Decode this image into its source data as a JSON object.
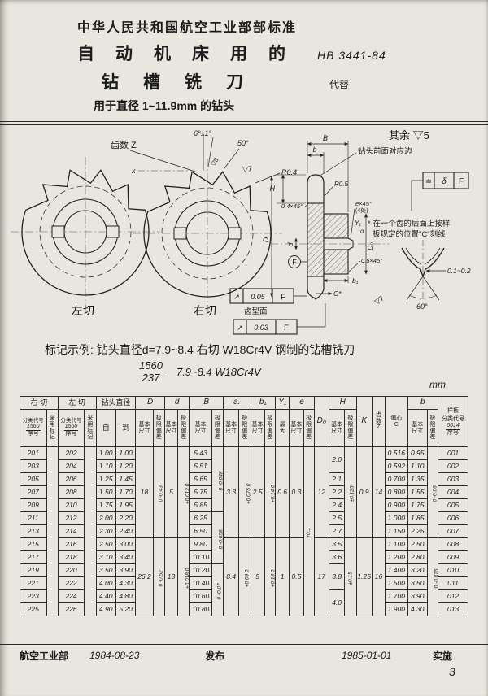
{
  "header": {
    "org_line": "中华人民共和国航空工业部部标准",
    "title1": "自动机床用的",
    "title2": "钻槽铣刀",
    "subtitle": "用于直径 1~11.9mm 的钻头",
    "standard_no": "HB 3441-84",
    "replaces": "代替"
  },
  "drawing": {
    "surface_note": "其余 ▽5",
    "teeth_label": "齿数 Z",
    "angle_6": "6°±1°",
    "angle_50": "50°",
    "rough_8": "▽8",
    "rough_7": "▽7",
    "rough_7b": "▽7",
    "r04": "R0.4",
    "r05": "R0.5",
    "x_mark": "x",
    "left_label": "左切",
    "right_label": "右切",
    "dim_B": "B",
    "dim_b": "b",
    "dim_b1": "b₁",
    "dim_H": "H",
    "dim_D": "D",
    "dim_d": "d",
    "dim_D0": "D₀",
    "dim_Y1": "Y₁",
    "alpha": "α",
    "c_star": "C*",
    "chamfer_04": "0.4×45°",
    "chamfer_05": "0.5×45°",
    "chamfer_e1": "e×45°",
    "chamfer_e2": "(4处)",
    "front_edge_note": "钻头前面对应边",
    "datum_F": "F",
    "frame_par_sym": "≐",
    "frame_par_val": "δ",
    "frame_par_datum": "F",
    "runout_sym": "↗",
    "runout1_val": "0.05",
    "runout1_datum": "F",
    "runout1_label": "齿型面",
    "runout2_val": "0.03",
    "runout2_datum": "F",
    "note_line1": "* 在一个齿的后面上按样",
    "note_line2": "板规定的位置\"C\"刻线",
    "detail_angle": "60°",
    "detail_dim": "0.1~0.2"
  },
  "example": {
    "line1": "标记示例: 钻头直径d=7.9~8.4  右切  W18Cr4V 钢制的钻槽铣刀",
    "frac_top": "1560",
    "frac_bottom": "237",
    "suffix": "7.9~8.4   W18Cr4V",
    "unit": "mm"
  },
  "table": {
    "header": {
      "right_cut": "右  切",
      "left_cut": "左  切",
      "drill_dia": "钻头直径",
      "class_code": "分类代号",
      "frac_1560": "1560",
      "frac_xh": "序号",
      "mark": "采\n用\n标\n记",
      "from": "自",
      "to": "到",
      "D": "D",
      "d": "d",
      "B": "B",
      "a": "a.",
      "b1": "b₁",
      "Y1": "Y₁",
      "e": "e",
      "D0": "D₀",
      "H": "H",
      "K": "K",
      "teeth": "齿\n数\nZ",
      "ecc": "偏心\nC",
      "b": "b",
      "template": "样板\n分类代号",
      "frac_0614": "0614",
      "frac_xh2": "序号",
      "basic": "基本\n尺寸",
      "dev": "极限\n偏差",
      "max": "最\n大"
    },
    "groups": {
      "D": [
        {
          "v": "18",
          "t": "0 -0.43"
        },
        {
          "v": "26.2",
          "t": "0 -0.52"
        }
      ],
      "d": [
        {
          "v": "5",
          "t": "+0.012 0"
        },
        {
          "v": "13",
          "t": "+0.018 0"
        }
      ],
      "a": [
        {
          "v": "3.3",
          "t": "+0.075 0"
        },
        {
          "v": "8.4",
          "t": "+0.09 0"
        }
      ],
      "b1": [
        {
          "v": "2.5",
          "t": "+0.14 0"
        },
        {
          "v": "5",
          "t": "+0.18 0"
        }
      ],
      "Y1": [
        "0.6",
        "1"
      ],
      "e": [
        "0.3",
        "0.5"
      ],
      "e_tol": "+0.1",
      "D0": [
        "12",
        "17"
      ],
      "H_tol": [
        "±0.125",
        "±0.15"
      ],
      "K": [
        "0.9",
        "1.25"
      ],
      "Z": [
        "14",
        "16"
      ],
      "b_tol": [
        "0 -0.06",
        "0 -0.075"
      ]
    },
    "B_tol": [
      "0 -0.048",
      "0 -0.058",
      "0 -0.07"
    ],
    "H": [
      "2.0",
      "2.1",
      "2.2",
      "2.4",
      "2.5",
      "2.7",
      "3.5",
      "3.6",
      "3.8",
      "4.0"
    ],
    "rows": [
      {
        "r": "201",
        "l": "202",
        "from": "1.00",
        "to": "1.00",
        "B": "5.43",
        "C": "0.516",
        "b": "0.95",
        "t": "001"
      },
      {
        "r": "203",
        "l": "204",
        "from": "1.10",
        "to": "1.20",
        "B": "5.51",
        "C": "0.592",
        "b": "1.10",
        "t": "002"
      },
      {
        "r": "205",
        "l": "206",
        "from": "1.25",
        "to": "1.45",
        "B": "5.65",
        "C": "0.700",
        "b": "1.35",
        "t": "003"
      },
      {
        "r": "207",
        "l": "208",
        "from": "1.50",
        "to": "1.70",
        "B": "5.75",
        "C": "0.800",
        "b": "1.55",
        "t": "004"
      },
      {
        "r": "209",
        "l": "210",
        "from": "1.75",
        "to": "1.95",
        "B": "5.85",
        "C": "0.900",
        "b": "1.75",
        "t": "005"
      },
      {
        "r": "211",
        "l": "212",
        "from": "2.00",
        "to": "2.20",
        "B": "6.25",
        "C": "1.000",
        "b": "1.85",
        "t": "006"
      },
      {
        "r": "213",
        "l": "214",
        "from": "2.30",
        "to": "2.40",
        "B": "6.50",
        "C": "1.150",
        "b": "2.25",
        "t": "007"
      },
      {
        "r": "215",
        "l": "216",
        "from": "2.50",
        "to": "3.00",
        "B": "9.80",
        "C": "1.100",
        "b": "2.50",
        "t": "008"
      },
      {
        "r": "217",
        "l": "218",
        "from": "3.10",
        "to": "3.40",
        "B": "10.10",
        "C": "1.200",
        "b": "2.80",
        "t": "009"
      },
      {
        "r": "219",
        "l": "220",
        "from": "3.50",
        "to": "3.90",
        "B": "10.20",
        "C": "1.400",
        "b": "3.20",
        "t": "010"
      },
      {
        "r": "221",
        "l": "222",
        "from": "4.00",
        "to": "4.30",
        "B": "10.40",
        "C": "1.500",
        "b": "3.50",
        "t": "011"
      },
      {
        "r": "223",
        "l": "224",
        "from": "4.40",
        "to": "4.80",
        "B": "10.60",
        "C": "1.700",
        "b": "3.90",
        "t": "012"
      },
      {
        "r": "225",
        "l": "226",
        "from": "4.90",
        "to": "5.20",
        "B": "10.80",
        "C": "1.900",
        "b": "4.30",
        "t": "013"
      }
    ]
  },
  "footer": {
    "org": "航空工业部",
    "issue_date": "1984-08-23",
    "issued": "发布",
    "impl_date": "1985-01-01",
    "implemented": "实施",
    "page": "3"
  }
}
